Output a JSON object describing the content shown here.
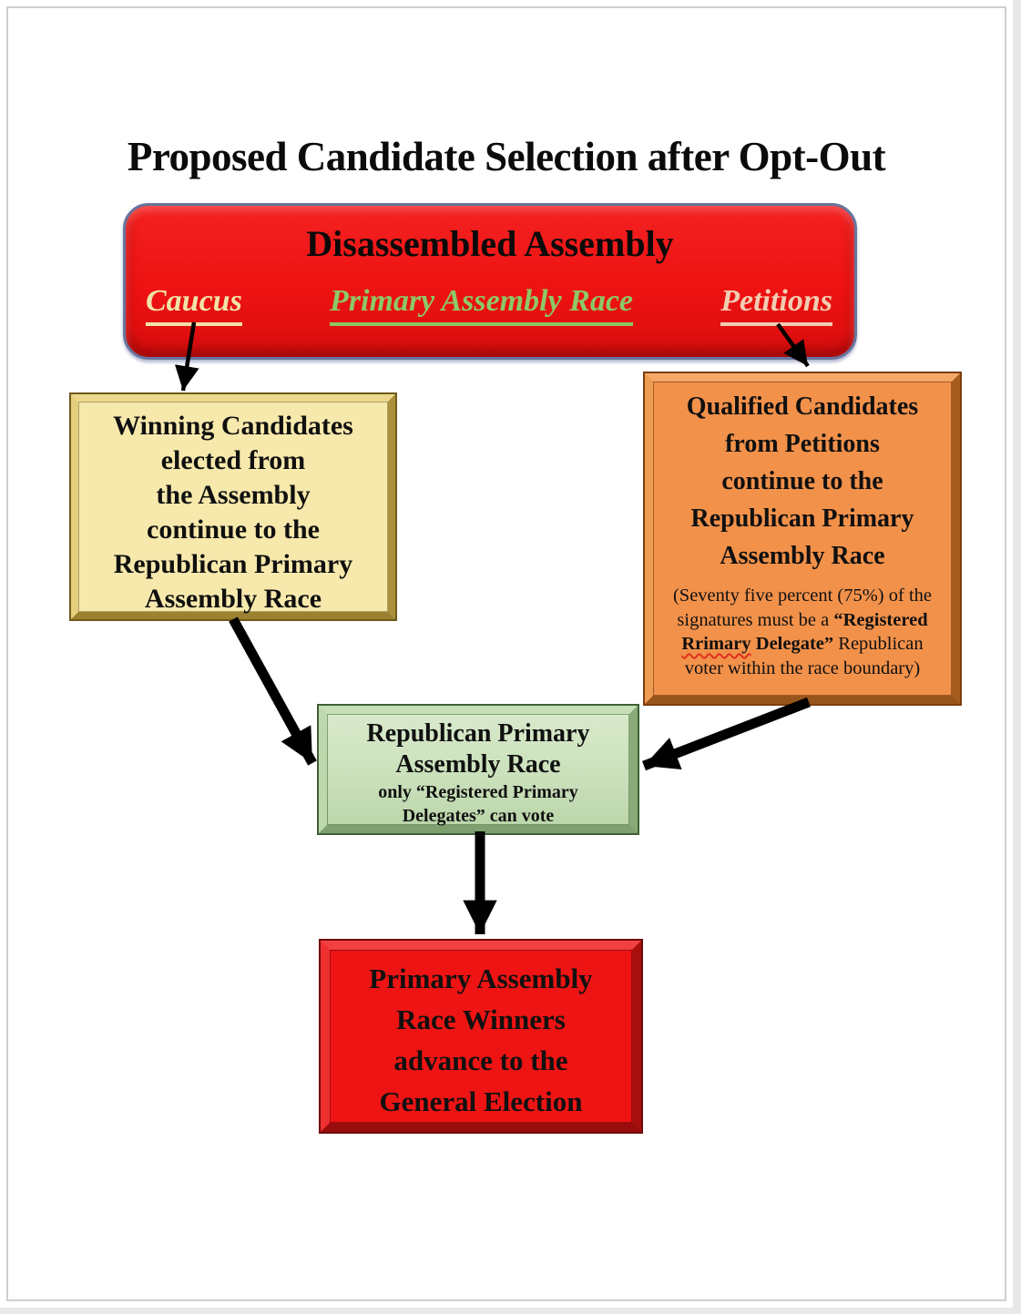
{
  "page": {
    "title": "Proposed Candidate Selection after Opt-Out"
  },
  "assembly_box": {
    "title": "Disassembled Assembly",
    "links": [
      {
        "label": "Caucus",
        "color": "#f2e3a8"
      },
      {
        "label": "Primary Assembly Race",
        "color": "#8dc865"
      },
      {
        "label": "Petitions",
        "color": "#f2cdb2"
      }
    ]
  },
  "winning_box": {
    "lines": [
      "Winning Candidates",
      "elected from",
      "the Assembly",
      "continue to the",
      "Republican Primary",
      "Assembly Race"
    ]
  },
  "qualified_box": {
    "lines": [
      "Qualified Candidates",
      "from Petitions",
      "continue to the",
      "Republican Primary",
      "Assembly Race"
    ],
    "note": {
      "part1": "(Seventy five percent (75%) of the signatures must be a ",
      "bold_prefix": "“Registered ",
      "misspelled_word": "Rrimary",
      "bold_suffix": " Delegate”",
      "part2": " Republican voter within the race boundary)"
    }
  },
  "race_box": {
    "title_lines": [
      "Republican Primary",
      "Assembly Race"
    ],
    "subtitle_lines": [
      "only “Registered Primary",
      "Delegates” can vote"
    ]
  },
  "winners_box": {
    "lines": [
      "Primary Assembly",
      "Race Winners",
      "advance to the",
      "General Election"
    ]
  },
  "colors": {
    "top_box_fill": "#ee1212",
    "top_box_border": "#66769e",
    "yellow_box_fill": "#f7e9ac",
    "orange_box_fill": "#f2914a",
    "green_box_fill": "#c9e0ba",
    "bottom_box_fill": "#ee1414",
    "arrow": "#000000",
    "misspelling_underline": "#e03020",
    "text": "#0a0a0a"
  }
}
